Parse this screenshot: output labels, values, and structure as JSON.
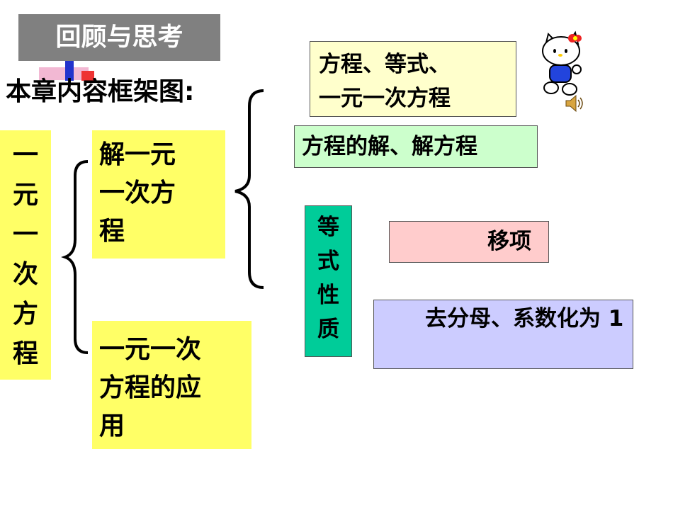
{
  "title": "回顾与思考",
  "subtitle": "本章内容框架图:",
  "left_column": [
    "一",
    "元",
    "一",
    "次",
    "方",
    "程"
  ],
  "middle": {
    "top_lines": [
      "解一元",
      "一次方",
      "程"
    ],
    "bottom_lines": [
      "一元一次",
      "方程的应",
      "用"
    ]
  },
  "right": {
    "box1_lines": [
      "方程、等式、",
      "一元一次方程"
    ],
    "box2": "方程的解、解方程",
    "box3_chars": [
      "等",
      "式",
      "性",
      "质"
    ],
    "box4": "移项",
    "box5": "去分母、系数化为 1"
  },
  "colors": {
    "title_bg": "#808080",
    "yellow": "#ffff66",
    "box1": "#ffffcc",
    "box2": "#ccffcc",
    "box3": "#00cc99",
    "box4": "#ffcccc",
    "box5": "#ccccff"
  },
  "icons": [
    "hello-kitty-clipart",
    "speaker-icon"
  ]
}
